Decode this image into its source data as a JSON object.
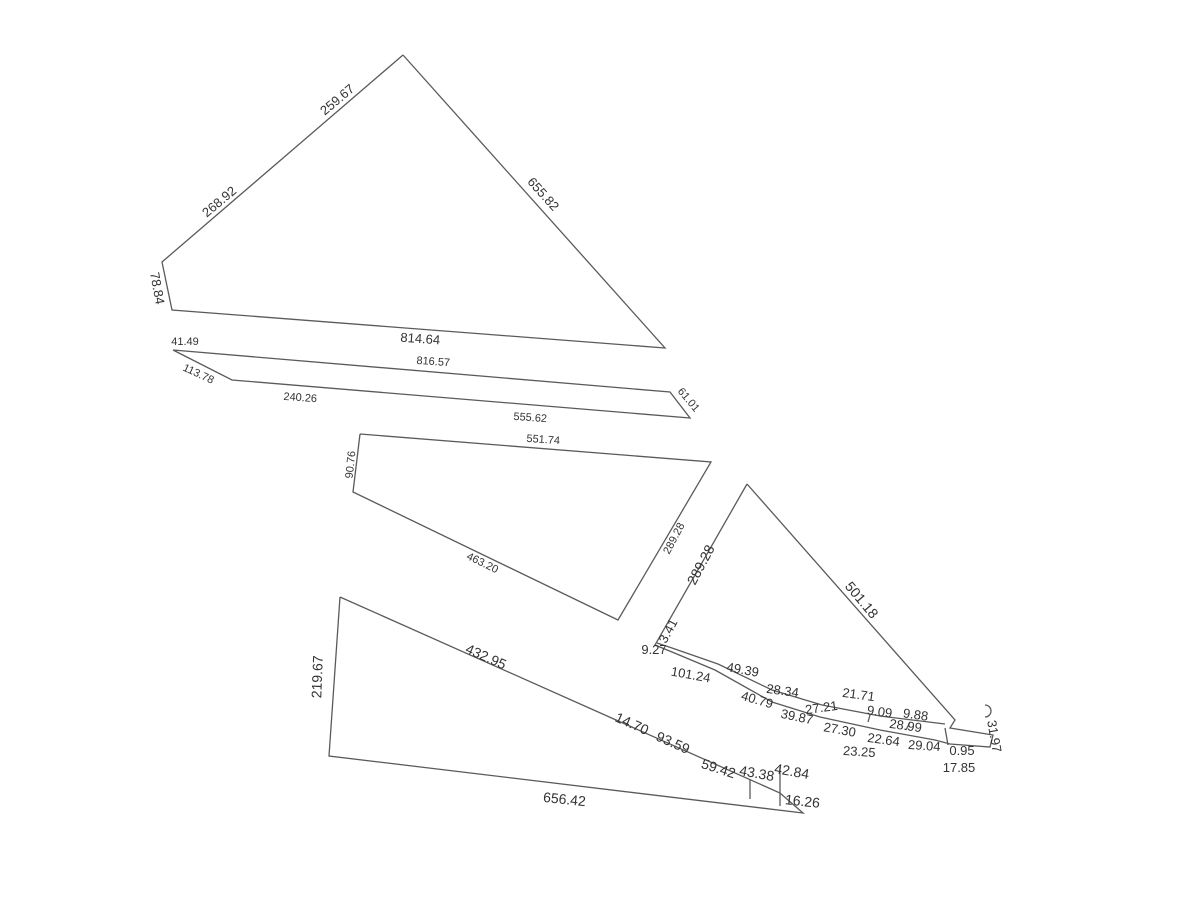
{
  "line_color": "#5a5a5a",
  "label_color": "#333333",
  "parcels": [
    {
      "edges": [
        "259.67",
        "655.82",
        "814.64",
        "78.84",
        "268.92"
      ]
    },
    {
      "edges": [
        "41.49",
        "816.57",
        "61.01",
        "555.62",
        "240.26",
        "113.78"
      ]
    },
    {
      "edges": [
        "551.74",
        "289.28",
        "463.20",
        "90.76"
      ]
    },
    {
      "edges": [
        "432.95",
        "14.70",
        "93.59",
        "59.42",
        "43.38",
        "42.84",
        "16.26",
        "656.42",
        "219.67"
      ]
    },
    {
      "edges": [
        "289.28",
        "501.18",
        "3.41",
        "9.27",
        "101.24",
        "49.39",
        "28.34",
        "27.21",
        "21.71",
        "9.09",
        "9.88",
        "28.99",
        "40.79",
        "39.87",
        "27.30",
        "22.64",
        "23.25",
        "29.04",
        "0.95",
        "17.85",
        "31.97"
      ]
    }
  ]
}
